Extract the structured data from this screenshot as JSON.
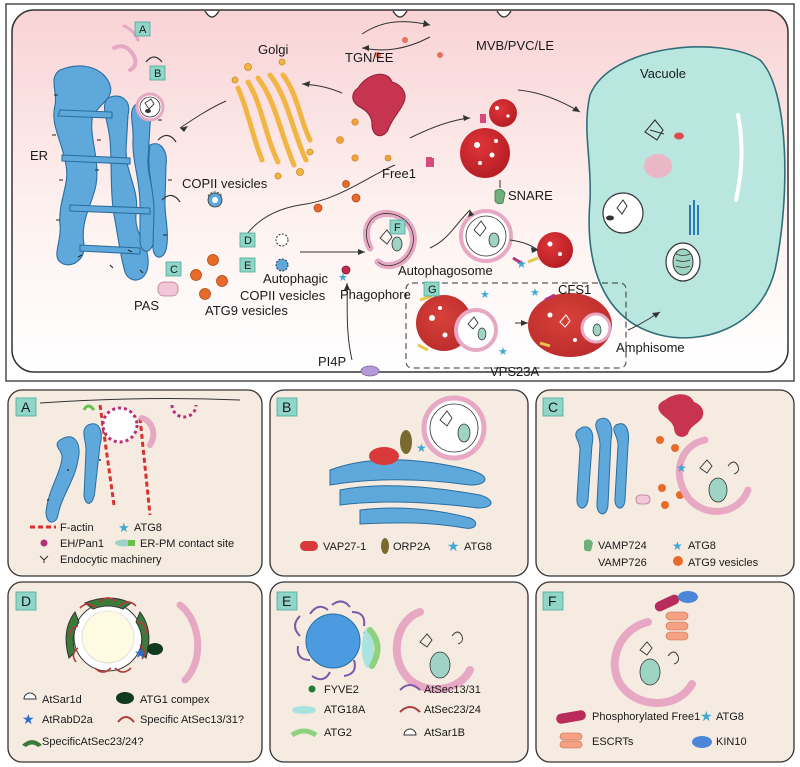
{
  "main": {
    "compartments": {
      "golgi": "Golgi",
      "tgn": "TGN/EE",
      "mvb": "MVB/PVC/LE",
      "vacuole": "Vacuole",
      "er": "ER",
      "copii": "COPII vesicles",
      "free1": "Free1",
      "snare": "SNARE",
      "autophagosome": "Autophagosome",
      "phagophore": "Phagophore",
      "autophagic_copii_1": "Autophagic",
      "autophagic_copii_2": "COPII vesicles",
      "cfs1": "CFS1",
      "pas": "PAS",
      "atg9": "ATG9 vesicles",
      "pi4p": "PI4P",
      "amphisome": "Amphisome",
      "vps23a": "VPS23A"
    },
    "tags": [
      "A",
      "B",
      "C",
      "D",
      "E",
      "F",
      "G"
    ]
  },
  "panels": {
    "a": {
      "tag": "A",
      "legend": {
        "factin": "F-actin",
        "atg8": "ATG8",
        "ehpan1": "EH/Pan1",
        "erpm": "ER-PM contact site",
        "endocytic": "Endocytic machinery"
      }
    },
    "b": {
      "tag": "B",
      "legend": {
        "vap": "VAP27-1",
        "orp": "ORP2A",
        "atg8": "ATG8"
      }
    },
    "c": {
      "tag": "C",
      "legend": {
        "vamp724": "VAMP724",
        "vamp726": "VAMP726",
        "atg8": "ATG8",
        "atg9": "ATG9 vesicles"
      }
    },
    "d": {
      "tag": "D",
      "legend": {
        "sar1d": "AtSar1d",
        "atg1": "ATG1 compex",
        "rabd2a": "AtRabD2a",
        "sec1331": "Specific AtSec13/31?",
        "sec2324": "SpecificAtSec23/24?"
      }
    },
    "e": {
      "tag": "E",
      "legend": {
        "fyve2": "FYVE2",
        "sec1331": "AtSec13/31",
        "atg18a": "ATG18A",
        "sec2324": "AtSec23/24",
        "atg2": "ATG2",
        "sar1b": "AtSar1B"
      }
    },
    "f": {
      "tag": "F",
      "legend": {
        "free1": "Phosphorylated Free1",
        "atg8": "ATG8",
        "escrt": "ESCRTs",
        "kin10": "KIN10"
      }
    }
  },
  "colors": {
    "er_blue": "#5fa8dc",
    "golgi_orange": "#f2b544",
    "vacuole_teal": "#b9e7df",
    "mvb_red": "#c9252b",
    "tgn_red": "#c7344f",
    "membrane_pink": "#efc2d6",
    "panel_bg": "#f6ebe0",
    "cell_gradient_top": "#fad7da"
  }
}
